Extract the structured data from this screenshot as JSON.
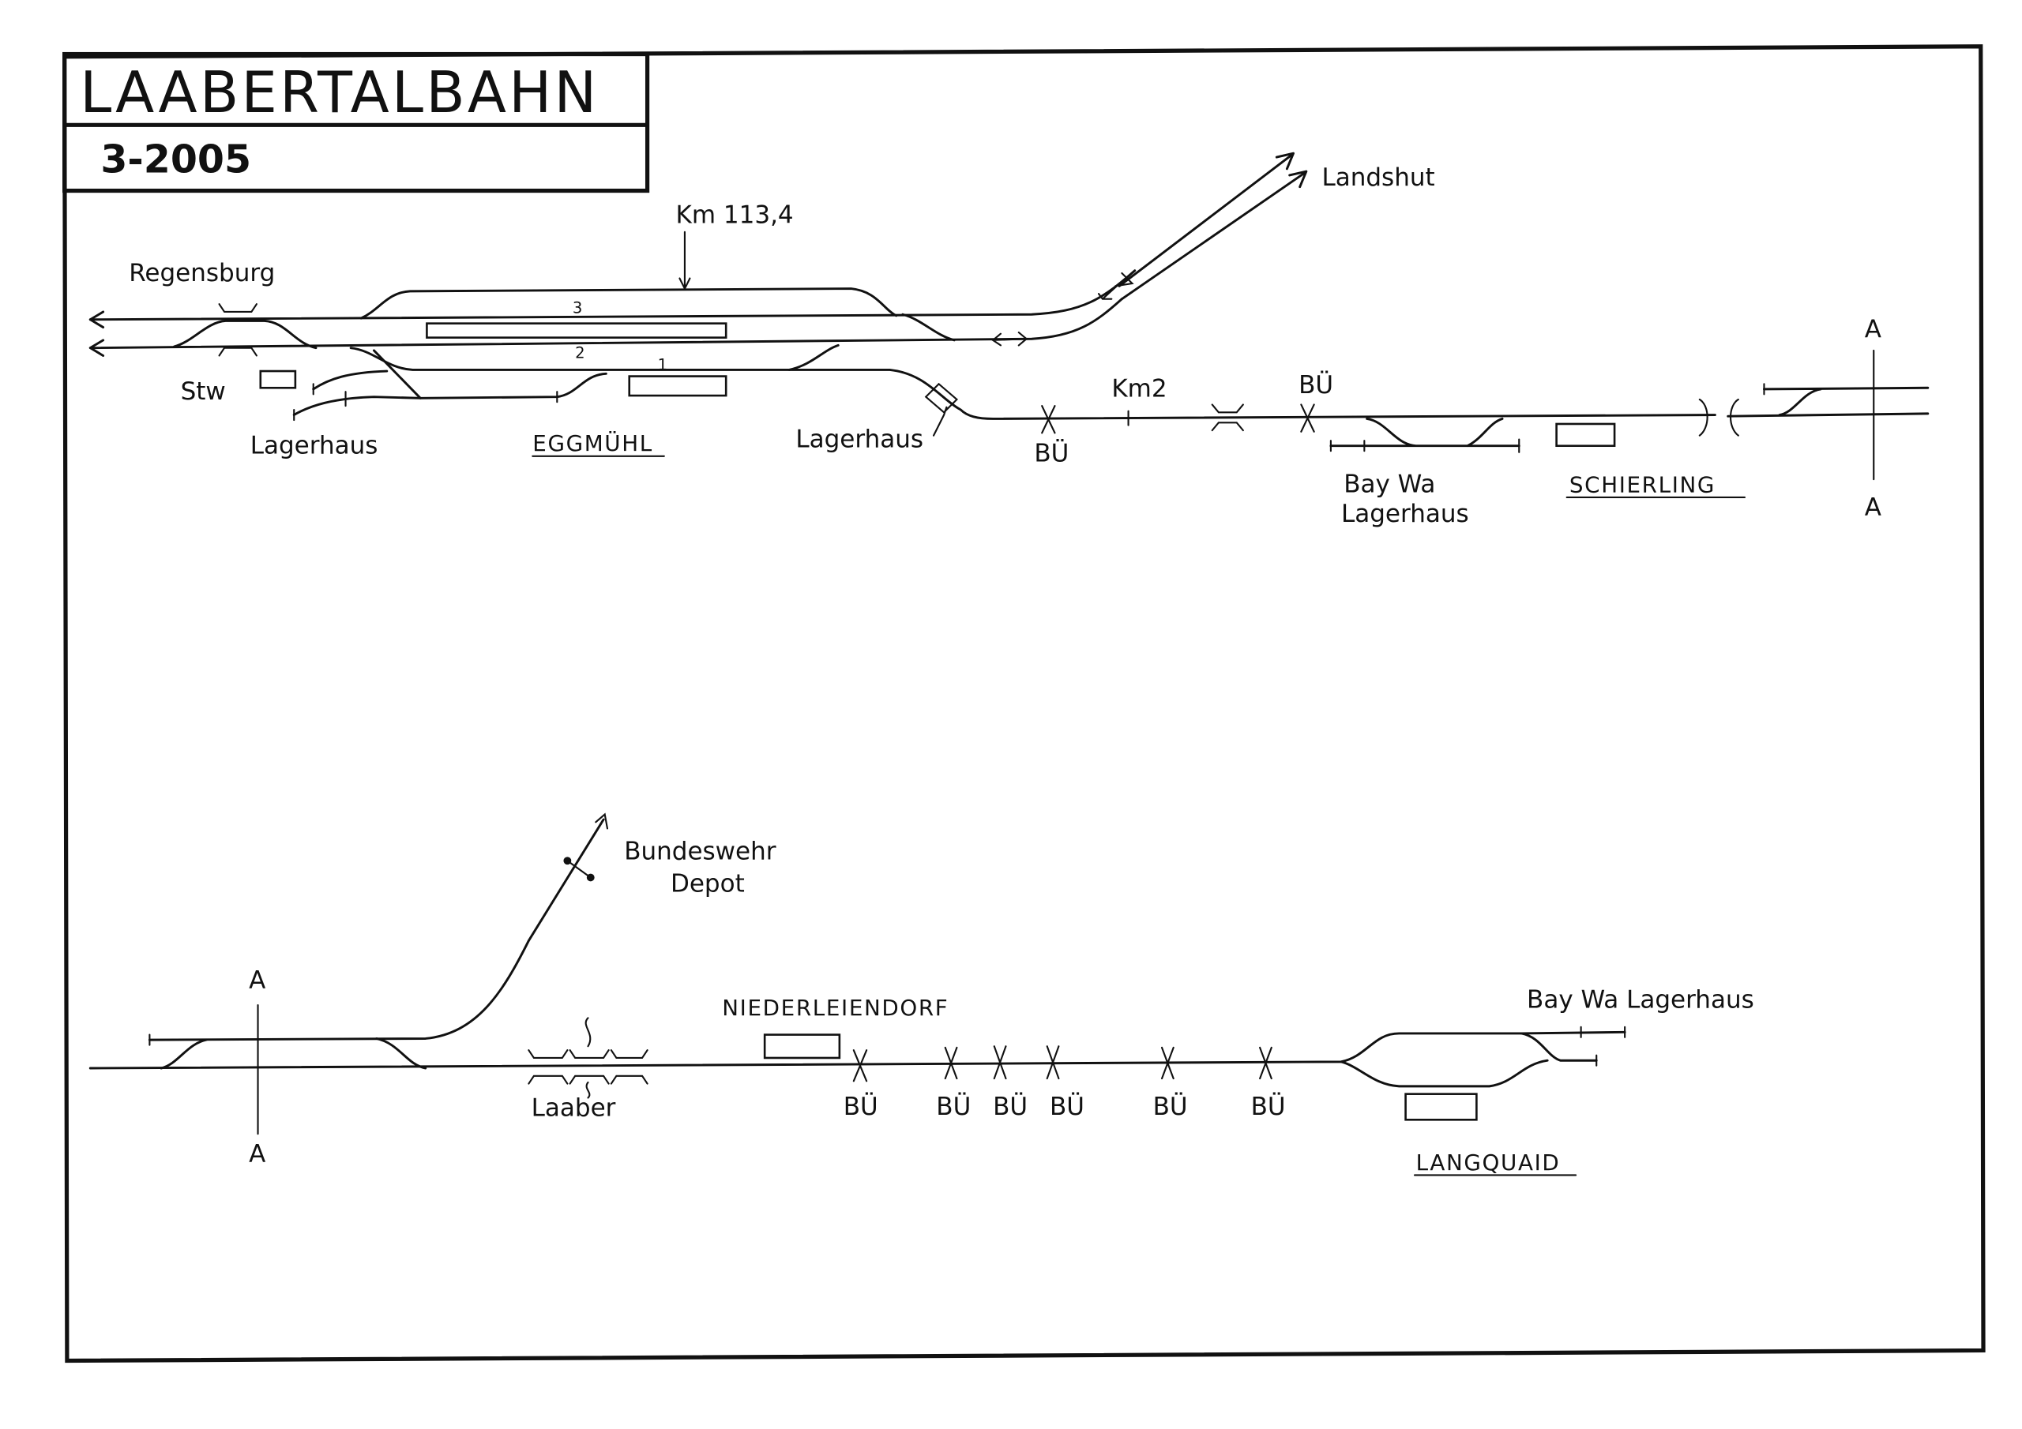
{
  "title": "LAABERTALBAHN",
  "date": "3-2005",
  "colors": {
    "ink": "#111111",
    "paper": "#ffffff"
  },
  "upper_section": {
    "directions": {
      "regensburg": "Regensburg",
      "landshut": "Landshut"
    },
    "km_marker_1": "Km 113,4",
    "km_marker_2": "Km2",
    "tracks": {
      "t3": "3",
      "t2": "2",
      "t1": "1"
    },
    "stellwerk": "Stw",
    "lagerhaus_left": "Lagerhaus",
    "lagerhaus_right": "Lagerhaus",
    "station_eggmuehl": "EGGMÜHL",
    "level_crossings": [
      "BÜ",
      "BÜ"
    ],
    "baywa_line1": "Bay Wa",
    "baywa_line2": "Lagerhaus",
    "station_schierling": "SCHIERLING",
    "cut_top": "A",
    "cut_bottom": "A"
  },
  "lower_section": {
    "cut_top": "A",
    "cut_bottom": "A",
    "depot_line1": "Bundeswehr",
    "depot_line2": "Depot",
    "river": "Laaber",
    "station_niederleiendorf": "NIEDERLEIENDORF",
    "level_crossings": [
      "BÜ",
      "BÜ",
      "BÜ",
      "BÜ",
      "BÜ",
      "BÜ"
    ],
    "baywa_lagerhaus": "Bay Wa Lagerhaus",
    "station_langquaid": "LANGQUAID"
  }
}
